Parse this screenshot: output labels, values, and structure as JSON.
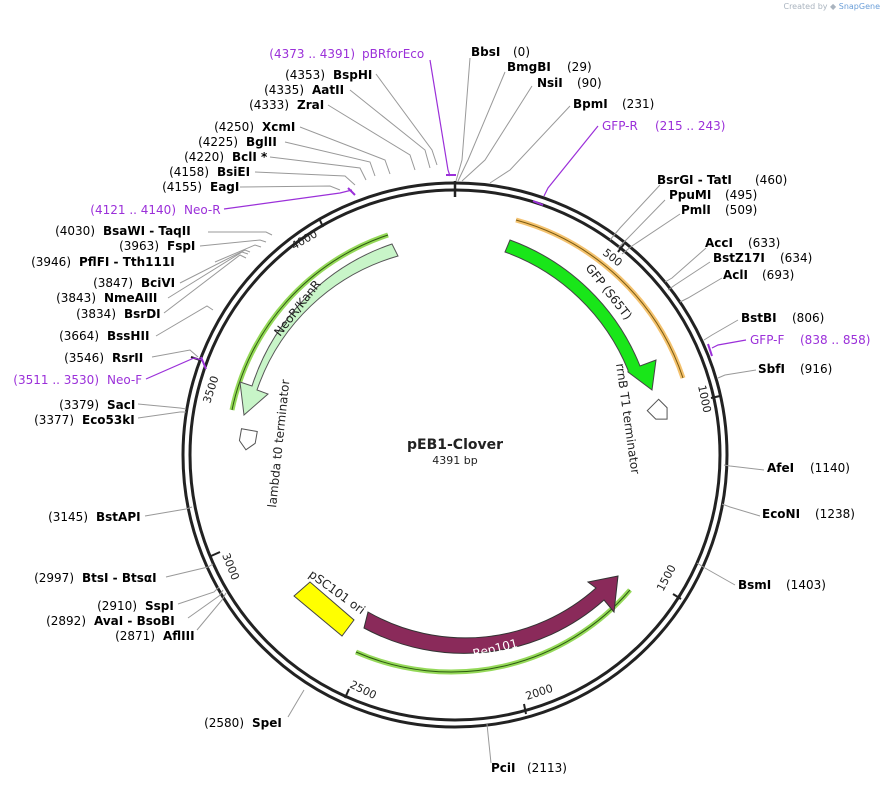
{
  "credit": {
    "created_by": "Created by",
    "brand": "SnapGene"
  },
  "plasmid": {
    "name": "pEB1-Clover",
    "length_label": "4391 bp",
    "length": 4391
  },
  "colors": {
    "backbone": "#222222",
    "primer": "#9b30d9",
    "enzyme_text": "#000000",
    "position_text": "#222222",
    "leader": "#999999",
    "gfp": "#19e619",
    "neo": "#c8f5c8",
    "rep101": "#8a2a5a",
    "ori": "#ffff00",
    "highlight_orange": "#f0a830",
    "highlight_green": "#7ad030"
  },
  "ticks": [
    "500",
    "1000",
    "1500",
    "2000",
    "2500",
    "3000",
    "3500",
    "4000"
  ],
  "enzymes": [
    {
      "name": "BbsI",
      "pos": "(0)"
    },
    {
      "name": "BmgBI",
      "pos": "(29)"
    },
    {
      "name": "NsiI",
      "pos": "(90)"
    },
    {
      "name": "BpmI",
      "pos": "(231)"
    },
    {
      "name": "BsrGI  - TatI",
      "pos": "(460)"
    },
    {
      "name": "PpuMI",
      "pos": "(495)"
    },
    {
      "name": "PmlI",
      "pos": "(509)"
    },
    {
      "name": "AccI",
      "pos": "(633)"
    },
    {
      "name": "BstZ17I",
      "pos": "(634)"
    },
    {
      "name": "AclI",
      "pos": "(693)"
    },
    {
      "name": "BstBI",
      "pos": "(806)"
    },
    {
      "name": "SbfI",
      "pos": "(916)"
    },
    {
      "name": "AfeI",
      "pos": "(1140)"
    },
    {
      "name": "EcoNI",
      "pos": "(1238)"
    },
    {
      "name": "BsmI",
      "pos": "(1403)"
    },
    {
      "name": "PciI",
      "pos": "(2113)"
    },
    {
      "name": "SpeI",
      "pos": "(2580)"
    },
    {
      "name": "AflIII",
      "pos": "(2871)"
    },
    {
      "name": "AvaI  - BsoBI",
      "pos": "(2892)"
    },
    {
      "name": "SspI",
      "pos": "(2910)"
    },
    {
      "name": "BtsI  - BtsαI",
      "pos": "(2997)"
    },
    {
      "name": "BstAPI",
      "pos": "(3145)"
    },
    {
      "name": "Eco53kI",
      "pos": "(3377)"
    },
    {
      "name": "SacI",
      "pos": "(3379)"
    },
    {
      "name": "RsrII",
      "pos": "(3546)"
    },
    {
      "name": "BssHII",
      "pos": "(3664)"
    },
    {
      "name": "BsrDI",
      "pos": "(3834)"
    },
    {
      "name": "NmeAIII",
      "pos": "(3843)"
    },
    {
      "name": "BciVI",
      "pos": "(3847)"
    },
    {
      "name": "PflFI  - Tth111I",
      "pos": "(3946)"
    },
    {
      "name": "FspI",
      "pos": "(3963)"
    },
    {
      "name": "BsaWI  - TaqII",
      "pos": "(4030)"
    },
    {
      "name": "EagI",
      "pos": "(4155)"
    },
    {
      "name": "BsiEI",
      "pos": "(4158)"
    },
    {
      "name": "BclI *",
      "pos": "(4220)"
    },
    {
      "name": "BglII",
      "pos": "(4225)"
    },
    {
      "name": "XcmI",
      "pos": "(4250)"
    },
    {
      "name": "ZraI",
      "pos": "(4333)"
    },
    {
      "name": "AatII",
      "pos": "(4335)"
    },
    {
      "name": "BspHI",
      "pos": "(4353)"
    }
  ],
  "primers": [
    {
      "name": "pBRforEco",
      "range": "(4373 .. 4391)"
    },
    {
      "name": "GFP-R",
      "range": "(215 .. 243)"
    },
    {
      "name": "GFP-F",
      "range": "(838 .. 858)"
    },
    {
      "name": "Neo-R",
      "range": "(4121 .. 4140)"
    },
    {
      "name": "Neo-F",
      "range": "(3511 .. 3530)"
    }
  ],
  "features": [
    {
      "name": "GFP (S65T)"
    },
    {
      "name": "rrnB T1 terminator"
    },
    {
      "name": "NeoR/KanR"
    },
    {
      "name": "lambda t0 terminator"
    },
    {
      "name": "pSC101 ori"
    },
    {
      "name": "Rep101"
    }
  ]
}
